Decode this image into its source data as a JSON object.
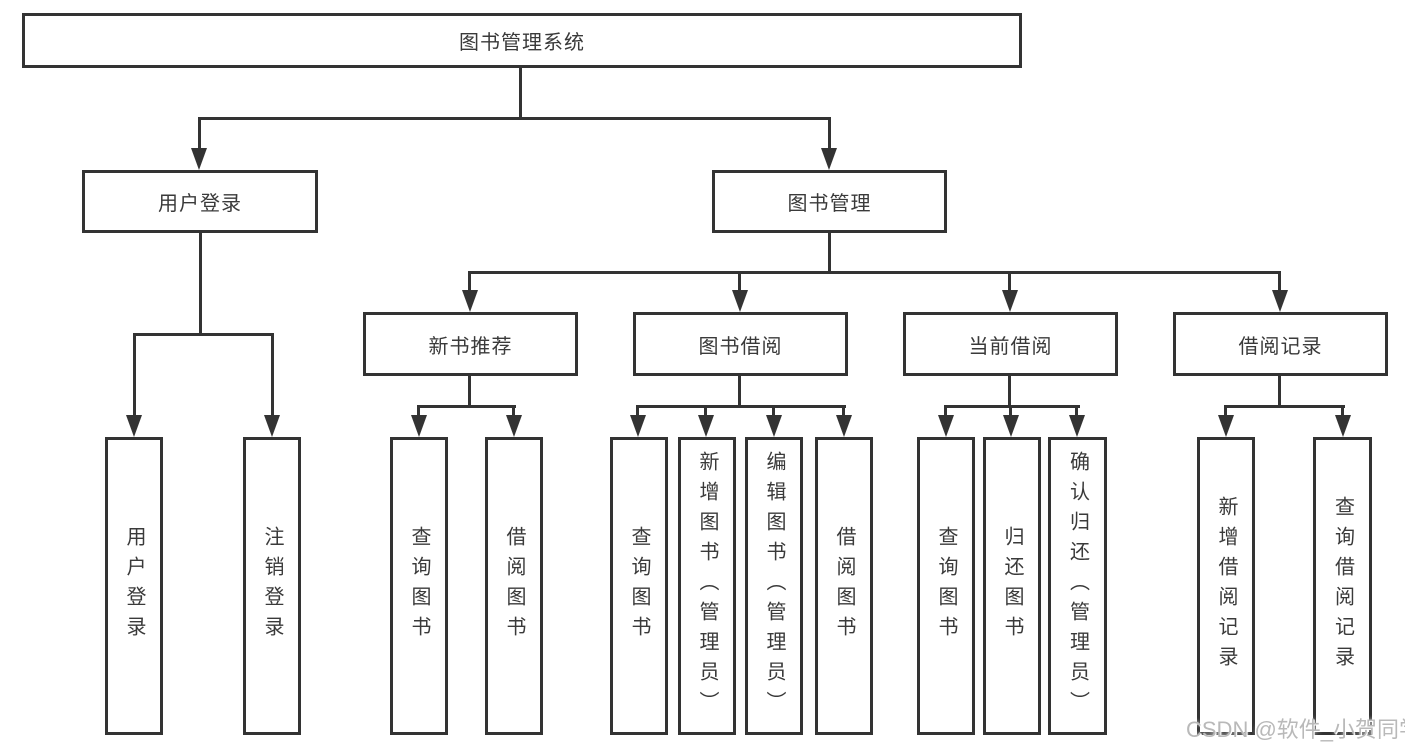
{
  "diagram": {
    "root": {
      "label": "图书管理系统"
    },
    "level2": [
      {
        "label": "用户登录",
        "parent": "图书管理系统"
      },
      {
        "label": "图书管理",
        "parent": "图书管理系统"
      }
    ],
    "level3": [
      {
        "label": "新书推荐",
        "parent": "图书管理"
      },
      {
        "label": "图书借阅",
        "parent": "图书管理"
      },
      {
        "label": "当前借阅",
        "parent": "图书管理"
      },
      {
        "label": "借阅记录",
        "parent": "图书管理"
      }
    ],
    "leaves": [
      {
        "label": "用户登录",
        "parent": "用户登录"
      },
      {
        "label": "注销登录",
        "parent": "用户登录"
      },
      {
        "label": "查询图书",
        "parent": "新书推荐"
      },
      {
        "label": "借阅图书",
        "parent": "新书推荐"
      },
      {
        "label": "查询图书",
        "parent": "图书借阅"
      },
      {
        "label": "新增图书（管理员）",
        "parent": "图书借阅"
      },
      {
        "label": "编辑图书（管理员）",
        "parent": "图书借阅"
      },
      {
        "label": "借阅图书",
        "parent": "图书借阅"
      },
      {
        "label": "查询图书",
        "parent": "当前借阅"
      },
      {
        "label": "归还图书",
        "parent": "当前借阅"
      },
      {
        "label": "确认归还（管理员）",
        "parent": "当前借阅"
      },
      {
        "label": "新增借阅记录",
        "parent": "借阅记录"
      },
      {
        "label": "查询借阅记录",
        "parent": "借阅记录"
      }
    ],
    "colors": {
      "line": "#333333",
      "text": "#3a3a3a",
      "background": "#ffffff"
    }
  },
  "watermark": {
    "text": "CSDN @软件_小贺同学",
    "color": "#b9b9b9"
  }
}
